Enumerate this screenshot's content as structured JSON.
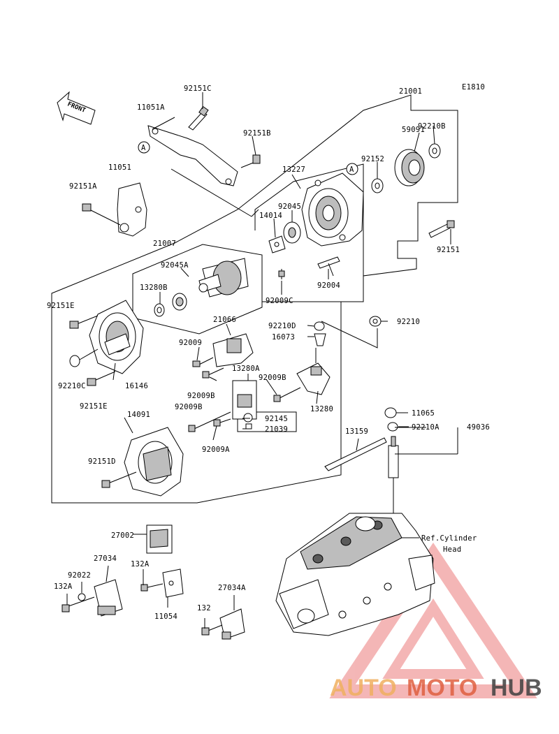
{
  "diagram_code": "E1810",
  "front_label": "FRONT",
  "callout_letter": "A",
  "ref_note": [
    "Ref.Cylinder",
    "Head"
  ],
  "watermark": {
    "auto": "AUTO",
    "moto": "MOTO",
    "hub": "HUB"
  },
  "labels": {
    "p21001": "21001",
    "p92151C": "92151C",
    "p11051A": "11051A",
    "p92151B": "92151B",
    "p59091": "59091",
    "p92210B": "92210B",
    "p92152": "92152",
    "p13227": "13227",
    "p11051": "11051",
    "p92151A": "92151A",
    "p92045": "92045",
    "p14014": "14014",
    "p92151": "92151",
    "p21007": "21007",
    "p92045A": "92045A",
    "p13280B": "13280B",
    "p92004": "92004",
    "p92009C": "92009C",
    "p92151E_top": "92151E",
    "p92210D": "92210D",
    "p92210": "92210",
    "p21066": "21066",
    "p16073": "16073",
    "p92009": "92009",
    "p13280A": "13280A",
    "p92009B_r": "92009B",
    "p92210C": "92210C",
    "p16146": "16146",
    "p92009B_l": "92009B",
    "p92151E_bot": "92151E",
    "p92009B_b": "92009B",
    "p13280": "13280",
    "p14091": "14091",
    "p92145": "92145",
    "p21039": "21039",
    "p92009A": "92009A",
    "p11065": "11065",
    "p92210A": "92210A",
    "p49036": "49036",
    "p13159": "13159",
    "p92151D": "92151D",
    "p27002": "27002",
    "p27034": "27034",
    "p132A_r": "132A",
    "p92022": "92022",
    "p132A_l": "132A",
    "p11054": "11054",
    "p27034A": "27034A",
    "p132": "132"
  },
  "colors": {
    "line": "#000000",
    "watermark_orange": "#f0b060",
    "watermark_red": "#e03030",
    "watermark_grey": "#404040"
  }
}
